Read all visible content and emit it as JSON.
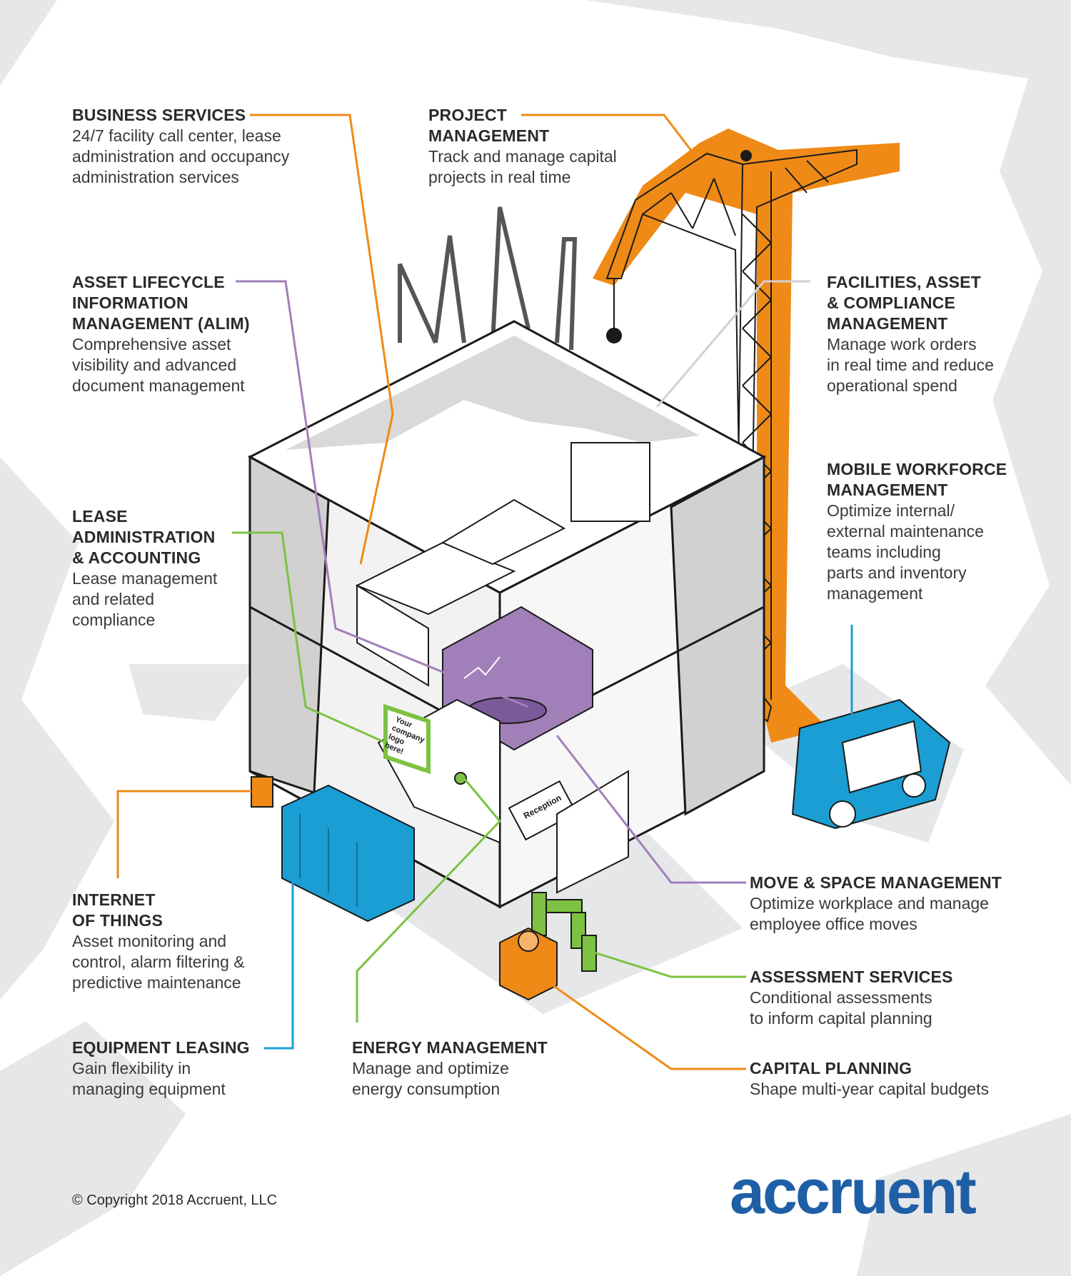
{
  "callouts": {
    "business_services": {
      "title": [
        "BUSINESS SERVICES"
      ],
      "desc": [
        "24/7 facility call center, lease",
        "administration and occupancy",
        "administration services"
      ]
    },
    "project_management": {
      "title": [
        "PROJECT",
        "MANAGEMENT"
      ],
      "desc": [
        "Track and manage capital",
        "projects in real time"
      ]
    },
    "alim": {
      "title": [
        "ASSET LIFECYCLE",
        "INFORMATION",
        "MANAGEMENT (ALIM)"
      ],
      "desc": [
        "Comprehensive asset",
        "visibility and advanced",
        "document management"
      ]
    },
    "facilities": {
      "title": [
        "FACILITIES, ASSET",
        "& COMPLIANCE",
        "MANAGEMENT"
      ],
      "desc": [
        "Manage work orders",
        "in real time and reduce",
        "operational spend"
      ]
    },
    "mobile_workforce": {
      "title": [
        "MOBILE WORKFORCE",
        "MANAGEMENT"
      ],
      "desc": [
        "Optimize internal/",
        "external maintenance",
        "teams including",
        "parts and inventory",
        "management"
      ]
    },
    "lease_admin": {
      "title": [
        "LEASE",
        "ADMINISTRATION",
        "& ACCOUNTING"
      ],
      "desc": [
        "Lease management",
        "and related",
        "compliance"
      ]
    },
    "iot": {
      "title": [
        "INTERNET",
        "OF THINGS"
      ],
      "desc": [
        "Asset monitoring and",
        "control, alarm filtering &",
        "predictive maintenance"
      ]
    },
    "move_space": {
      "title": [
        "MOVE & SPACE MANAGEMENT"
      ],
      "desc": [
        "Optimize workplace and manage",
        "employee office moves"
      ]
    },
    "assessment": {
      "title": [
        "ASSESSMENT SERVICES"
      ],
      "desc": [
        "Conditional assessments",
        "to inform capital planning"
      ]
    },
    "equipment_leasing": {
      "title": [
        "EQUIPMENT LEASING"
      ],
      "desc": [
        "Gain flexibility in",
        "managing equipment"
      ]
    },
    "energy": {
      "title": [
        "ENERGY MANAGEMENT"
      ],
      "desc": [
        "Manage and optimize",
        "energy consumption"
      ]
    },
    "capital_planning": {
      "title": [
        "CAPITAL PLANNING"
      ],
      "desc": [
        "Shape multi-year capital budgets"
      ]
    }
  },
  "illustration": {
    "sign_text": [
      "Your",
      "company",
      "logo",
      "here!"
    ],
    "reception_label": "Reception"
  },
  "footer": {
    "copyright": "© Copyright 2018 Accruent, LLC",
    "logo": "accruent"
  },
  "colors": {
    "orange": "#ef8a17",
    "purple": "#a17fb9",
    "green": "#7dc242",
    "blue": "#1a9ed4",
    "gray_bg": "#e6e7e8",
    "logo_blue": "#1f5fa6"
  }
}
